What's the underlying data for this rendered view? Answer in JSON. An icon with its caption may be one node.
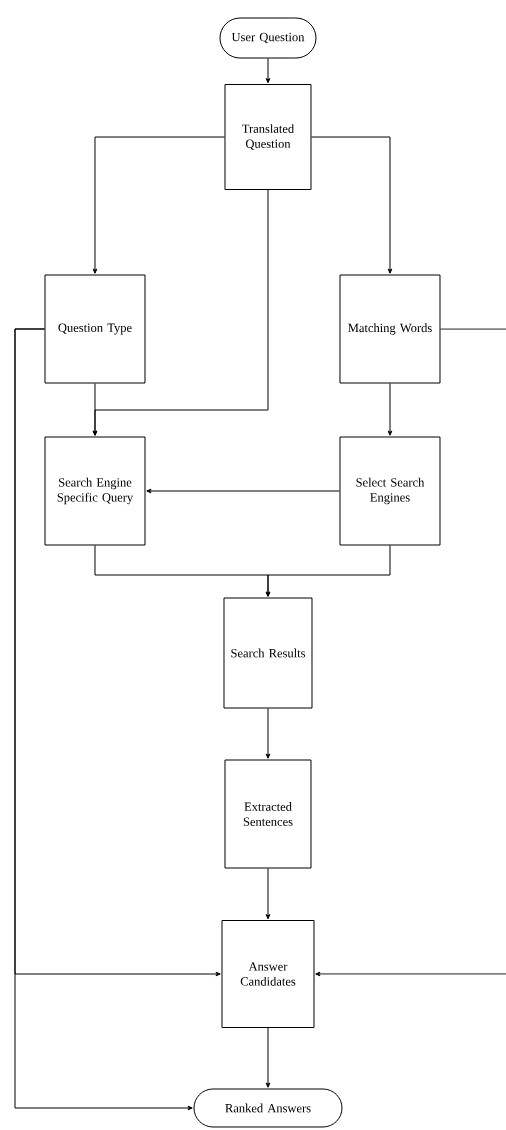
{
  "diagram": {
    "nodes": [
      {
        "text": [
          "User Question"
        ]
      },
      {
        "text": [
          "Translated Question"
        ]
      },
      {
        "text": [
          "Question Type"
        ]
      },
      {
        "text": [
          "Matching Words"
        ]
      },
      {
        "text": [
          "Search Engine Specific Query"
        ]
      },
      {
        "text": [
          "Select Search Engines"
        ]
      },
      {
        "text": [
          "Search Results"
        ]
      },
      {
        "text": [
          "Extracted Sentences"
        ]
      },
      {
        "text": [
          "Answer Candidates"
        ]
      },
      {
        "text": [
          "Ranked Answers"
        ]
      }
    ],
    "edges": [
      {
        "from": 0,
        "to": 1,
        "arrow": "to"
      },
      {
        "from": 1,
        "to": 2,
        "arrow": "to"
      },
      {
        "from": 1,
        "to": 3,
        "arrow": "to"
      },
      {
        "from": 1,
        "to": 4,
        "arrow": "to"
      },
      {
        "from": 2,
        "to": 4,
        "arrow": "to"
      },
      {
        "from": 3,
        "to": 5,
        "arrow": "to"
      },
      {
        "from": 5,
        "to": 4,
        "arrow": "to"
      },
      {
        "from": 4,
        "to": 6,
        "arrow": "to"
      },
      {
        "from": 5,
        "to": 6,
        "arrow": "to"
      },
      {
        "from": 6,
        "to": 7,
        "arrow": "to"
      },
      {
        "from": 7,
        "to": 8,
        "arrow": "to"
      },
      {
        "from": 2,
        "to": 8,
        "arrow": "to"
      },
      {
        "from": 2,
        "to": 9,
        "arrow": "to"
      },
      {
        "from": 3,
        "to": null,
        "arrow": "none"
      },
      {
        "from": null,
        "to": 8,
        "arrow": "to"
      },
      {
        "from": 8,
        "to": 9,
        "arrow": "to"
      }
    ]
  }
}
